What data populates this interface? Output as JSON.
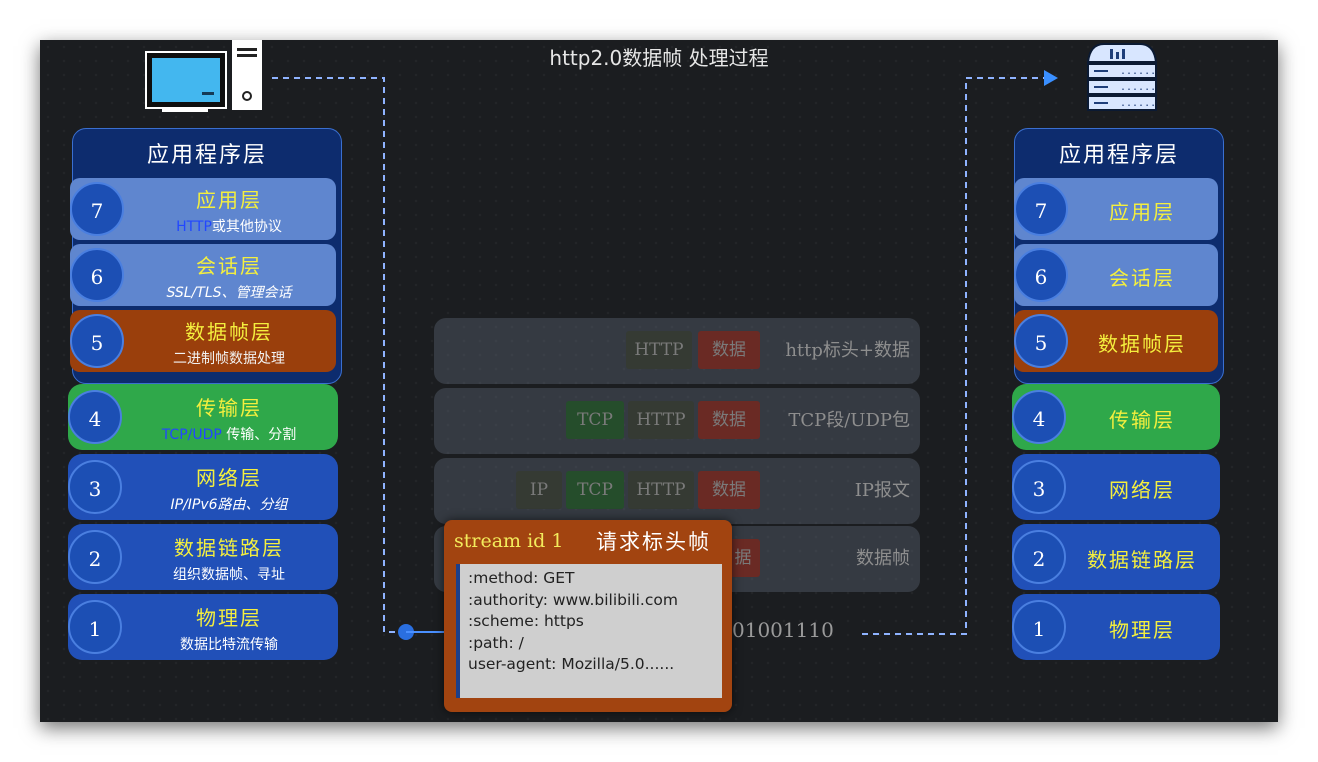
{
  "title": "http2.0数据帧 处理过程",
  "left_stack": {
    "header": "应用程序层",
    "layers": [
      {
        "num": "7",
        "name": "应用层",
        "sub_prefix": "HTTP",
        "sub": "或其他协议"
      },
      {
        "num": "6",
        "name": "会话层",
        "sub": "SSL/TLS、管理会话"
      },
      {
        "num": "5",
        "name": "数据帧层",
        "sub": "二进制帧数据处理"
      },
      {
        "num": "4",
        "name": "传输层",
        "sub_prefix": "TCP/UDP",
        "sub": " 传输、分割"
      },
      {
        "num": "3",
        "name": "网络层",
        "sub": "IP/IPv6路由、分组"
      },
      {
        "num": "2",
        "name": "数据链路层",
        "sub": "组织数据帧、寻址"
      },
      {
        "num": "1",
        "name": "物理层",
        "sub": "数据比特流传输"
      }
    ]
  },
  "right_stack": {
    "header": "应用程序层",
    "layers": [
      {
        "num": "7",
        "name": "应用层"
      },
      {
        "num": "6",
        "name": "会话层"
      },
      {
        "num": "5",
        "name": "数据帧层"
      },
      {
        "num": "4",
        "name": "传输层"
      },
      {
        "num": "3",
        "name": "网络层"
      },
      {
        "num": "2",
        "name": "数据链路层"
      },
      {
        "num": "1",
        "name": "物理层"
      }
    ]
  },
  "bands": [
    {
      "chips": [
        "HTTP",
        "数据"
      ],
      "label": "http标头+数据"
    },
    {
      "chips": [
        "TCP",
        "HTTP",
        "数据"
      ],
      "label": "TCP段/UDP包"
    },
    {
      "chips": [
        "IP",
        "TCP",
        "HTTP",
        "数据"
      ],
      "label": "IP报文"
    },
    {
      "chips": [
        "据"
      ],
      "label": "数据帧"
    }
  ],
  "bits": "01001110",
  "stream": {
    "id_label": "stream id 1",
    "frame_label": "请求标头帧",
    "headers": [
      ":method: GET",
      ":authority: www.bilibili.com",
      ":scheme: https",
      ":path: /",
      "user-agent: Mozilla/5.0......"
    ]
  },
  "colors": {
    "layer_light": "#5f86cf",
    "layer_brown": "#9a3f0c",
    "layer_green": "#2fa84a",
    "layer_blue": "#2150b8",
    "name_yellow": "#f4ef3e",
    "prefix_blue": "#2247ff"
  },
  "icons": {
    "client": "desktop-computer-icon",
    "server": "server-icon"
  }
}
